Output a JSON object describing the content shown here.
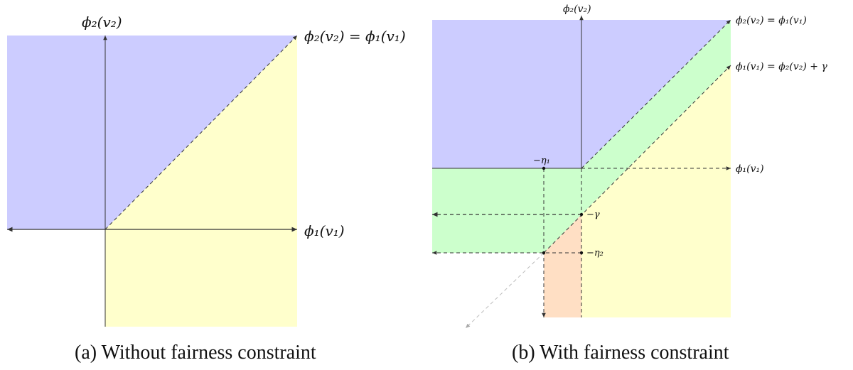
{
  "panel_a": {
    "caption": "(a) Without fairness constraint",
    "y_axis_label": "ϕ₂(v₂)",
    "x_axis_label": "ϕ₁(v₁)",
    "diagonal_label": "ϕ₂(v₂) = ϕ₁(v₁)"
  },
  "panel_b": {
    "caption": "(b) With fairness constraint",
    "y_axis_label": "ϕ₂(v₂)",
    "x_axis_label": "ϕ₁(v₁)",
    "diagonal_label": "ϕ₂(v₂) = ϕ₁(v₁)",
    "shifted_label": "ϕ₁(v₁) = ϕ₂(v₂) + γ",
    "eta1_label": "−η₁",
    "gamma_label": "−γ",
    "eta2_label": "−η₂"
  },
  "colors": {
    "blue_region": "#ccccff",
    "yellow_region": "#ffffcc",
    "green_region": "#ccffcc",
    "orange_region": "#ffdfc4",
    "axis": "#333333"
  }
}
